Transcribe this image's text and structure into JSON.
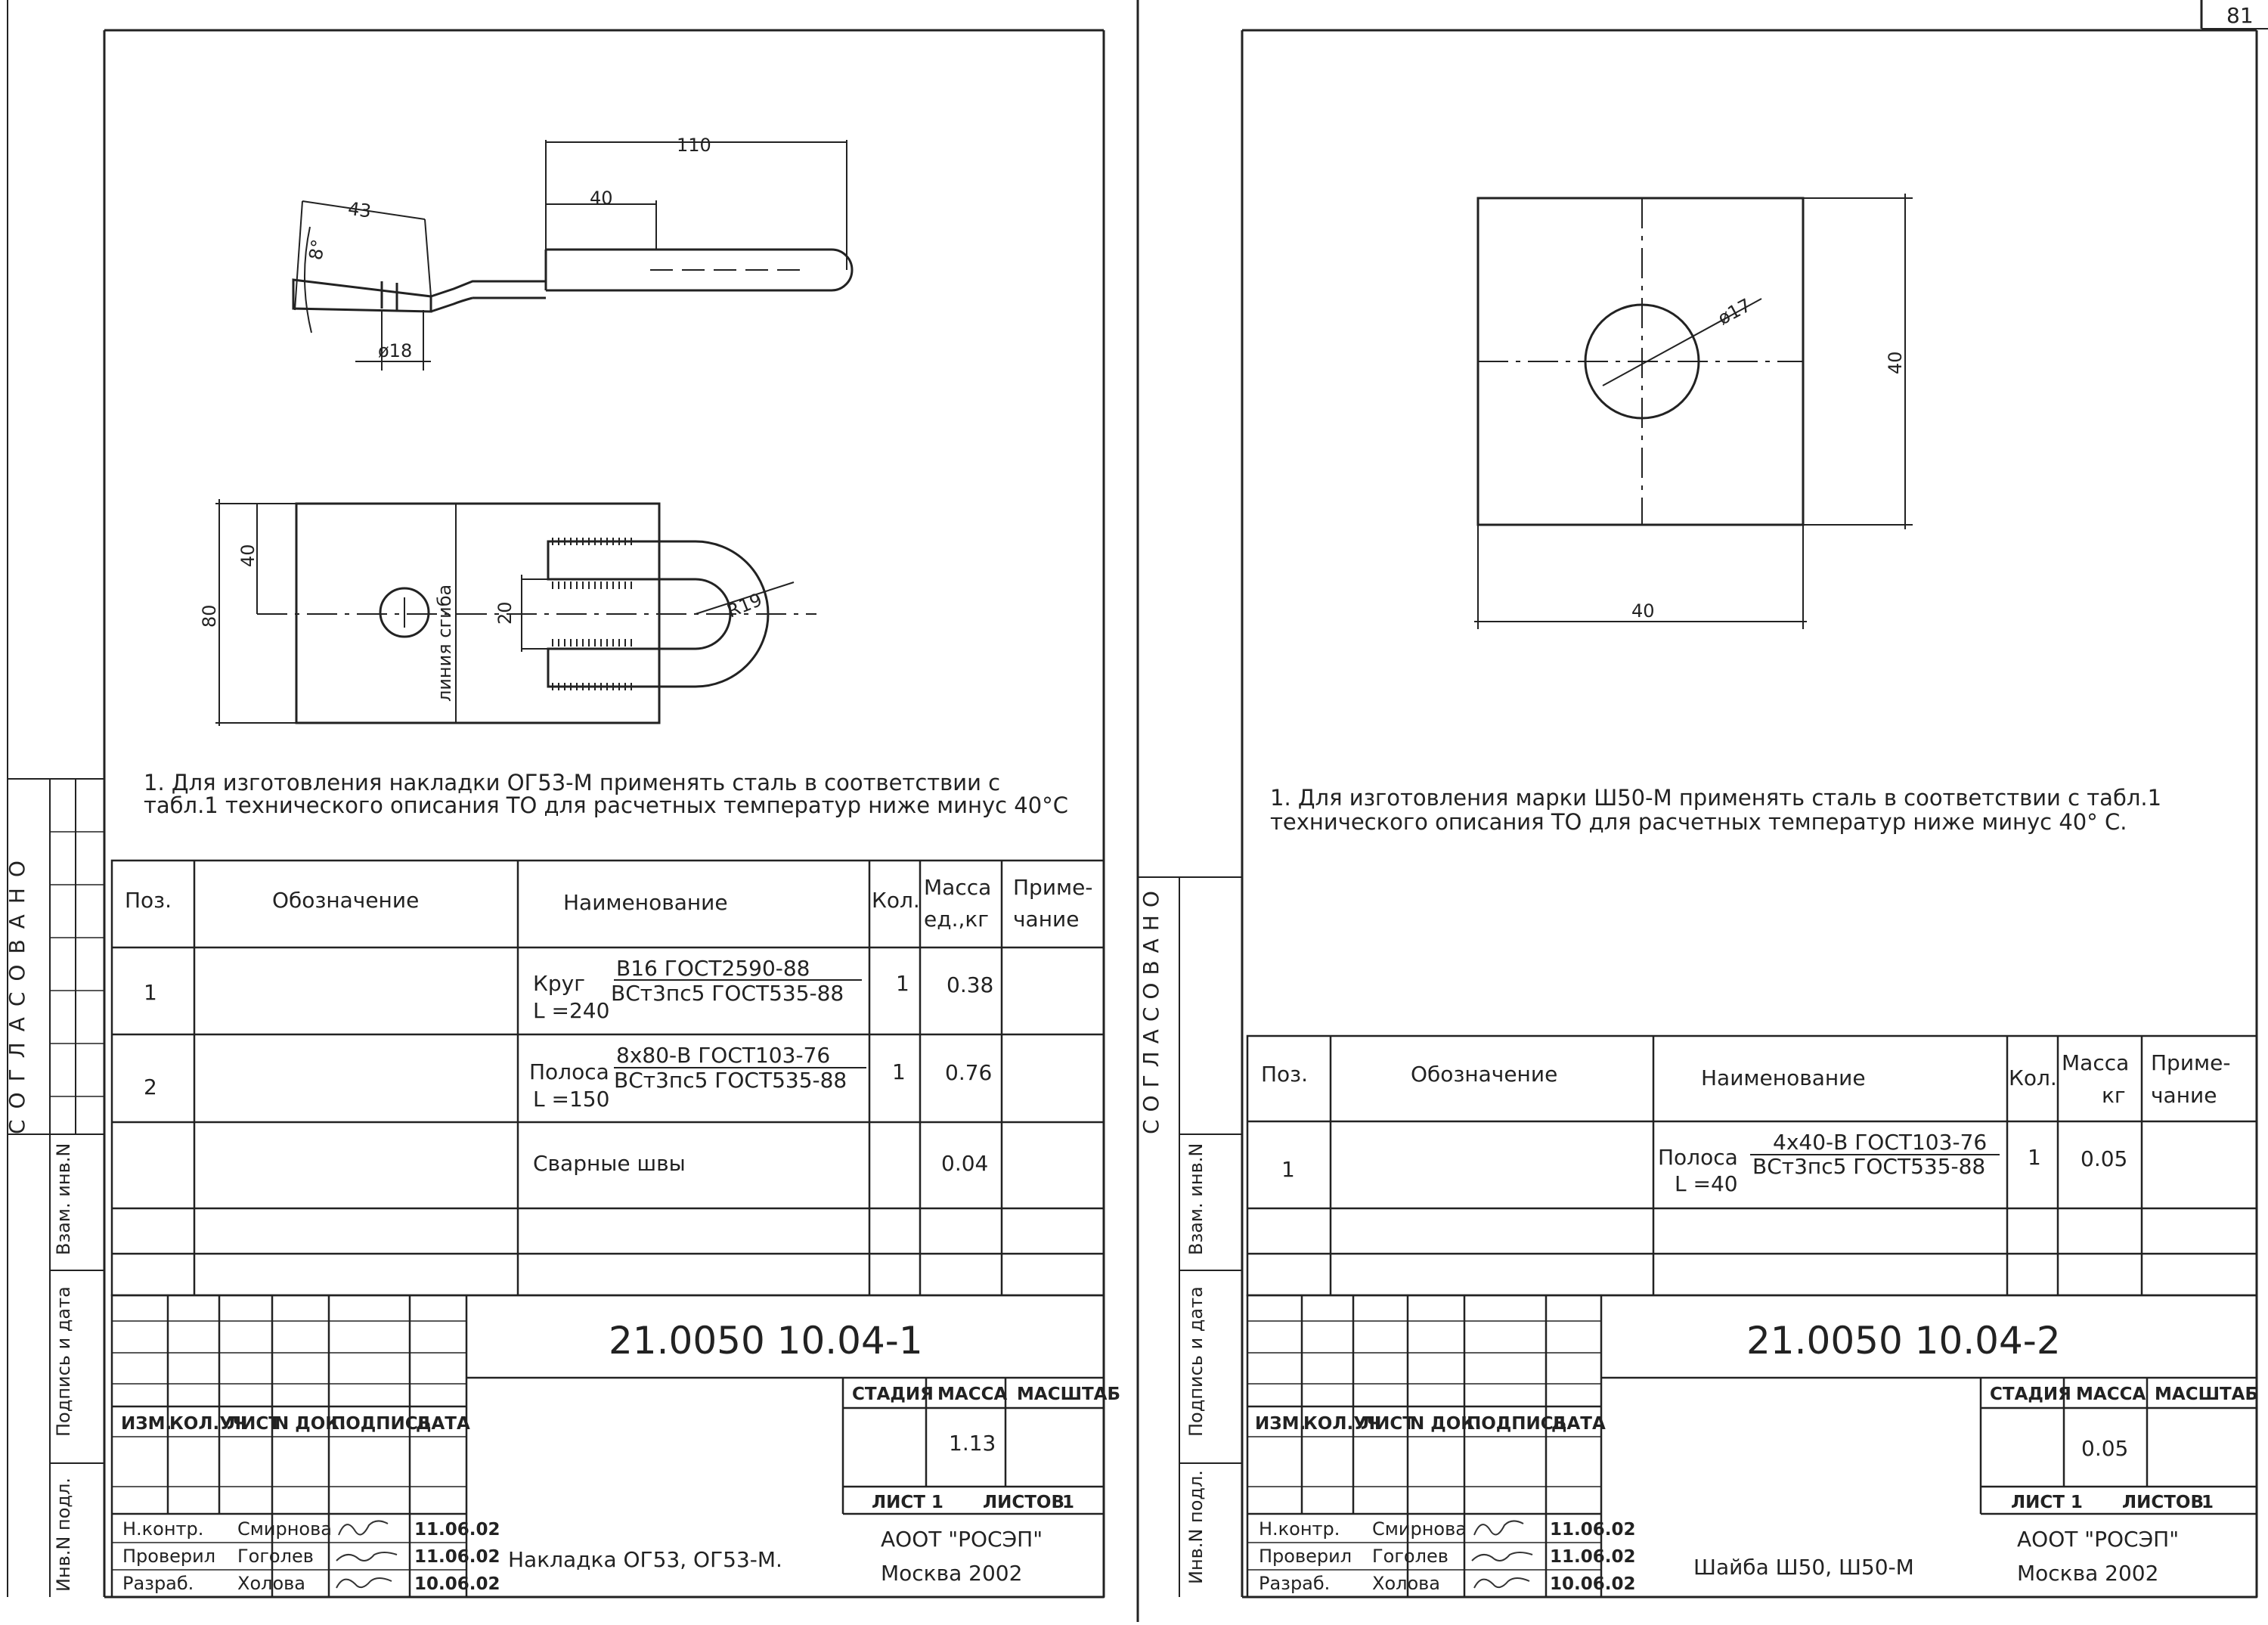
{
  "page_number": "81",
  "side_stamp": {
    "agreed": "СОГЛАСОВАНО",
    "vzam_inv": "Взам. инв.N",
    "podpis_data": "Подпись и дата",
    "inv_podl": "Инв.N подл."
  },
  "sheet_left": {
    "drawing": {
      "dims": [
        "110",
        "40",
        "43",
        "8°",
        "ø18",
        "80",
        "40",
        "20",
        "R19"
      ],
      "bend_line_label": "линия сгиба"
    },
    "note": [
      "1. Для изготовления накладки ОГ53-М применять сталь в соответствии с",
      "табл.1 технического описания ТО для расчетных температур ниже минус 40°С"
    ],
    "table": {
      "headers": {
        "pos": "Поз.",
        "designation": "Обозначение",
        "name": "Наименование",
        "qty": "Кол.",
        "mass": [
          "Масса",
          "ед.,кг"
        ],
        "note": [
          "Приме-",
          "чание"
        ]
      },
      "rows": [
        {
          "pos": "1",
          "name_prefix": "Круг",
          "name_top": "В16 ГОСТ2590-88",
          "name_bottom": "ВСт3пс5 ГОСТ535-88",
          "name_len": "L =240",
          "qty": "1",
          "mass": "0.38"
        },
        {
          "pos": "2",
          "name_prefix": "Полоса",
          "name_top": "8х80-В ГОСТ103-76",
          "name_bottom": "ВСт3пс5 ГОСТ535-88",
          "name_len": "L =150",
          "qty": "1",
          "mass": "0.76"
        },
        {
          "pos": "",
          "name_prefix": "Сварные швы",
          "name_top": "",
          "name_bottom": "",
          "name_len": "",
          "qty": "",
          "mass": "0.04"
        }
      ]
    },
    "title_block": {
      "code": "21.0050 10.04-1",
      "col_headers": [
        "ИЗМ.",
        "КОЛ.УЧ",
        "ЛИСТ",
        "N ДОК.",
        "ПОДПИСЬ",
        "ДАТА"
      ],
      "stage_label": "СТАДИЯ",
      "mass_label": "МАССА",
      "scale_label": "МАСШТАБ",
      "mass_value": "1.13",
      "sheet_label": "ЛИСТ 1",
      "sheets_label": "ЛИСТОВ",
      "sheets_value": "1",
      "roles": [
        "Н.контр.",
        "Проверил",
        "Разраб."
      ],
      "names": [
        "Смирнова",
        "Гоголев",
        "Холова"
      ],
      "dates": [
        "11.06.02",
        "11.06.02",
        "10.06.02"
      ],
      "item_name": "Накладка ОГ53, ОГ53-М.",
      "org": "АООТ \"РОСЭП\"",
      "city_year": "Москва 2002"
    }
  },
  "sheet_right": {
    "drawing": {
      "dims": [
        "ø17",
        "40",
        "40"
      ]
    },
    "note": [
      "1. Для изготовления марки Ш50-М применять сталь в соответствии с табл.1",
      "технического описания ТО для расчетных температур ниже минус 40° С."
    ],
    "table": {
      "headers": {
        "pos": "Поз.",
        "designation": "Обозначение",
        "name": "Наименование",
        "qty": "Кол.",
        "mass": [
          "Масса",
          "кг"
        ],
        "note": [
          "Приме-",
          "чание"
        ]
      },
      "rows": [
        {
          "pos": "1",
          "name_prefix": "Полоса",
          "name_top": "4х40-В ГОСТ103-76",
          "name_bottom": "ВСт3пс5 ГОСТ535-88",
          "name_len": "L =40",
          "qty": "1",
          "mass": "0.05"
        }
      ]
    },
    "title_block": {
      "code": "21.0050 10.04-2",
      "col_headers": [
        "ИЗМ.",
        "КОЛ.УЧ",
        "ЛИСТ",
        "N ДОК.",
        "ПОДПИСЬ",
        "ДАТА"
      ],
      "stage_label": "СТАДИЯ",
      "mass_label": "МАССА",
      "scale_label": "МАСШТАБ",
      "mass_value": "0.05",
      "sheet_label": "ЛИСТ 1",
      "sheets_label": "ЛИСТОВ",
      "sheets_value": "1",
      "roles": [
        "Н.контр.",
        "Проверил",
        "Разраб."
      ],
      "names": [
        "Смирнова",
        "Гоголев",
        "Холова"
      ],
      "dates": [
        "11.06.02",
        "11.06.02",
        "10.06.02"
      ],
      "item_name": "Шайба Ш50, Ш50-М",
      "org": "АООТ \"РОСЭП\"",
      "city_year": "Москва 2002"
    }
  }
}
